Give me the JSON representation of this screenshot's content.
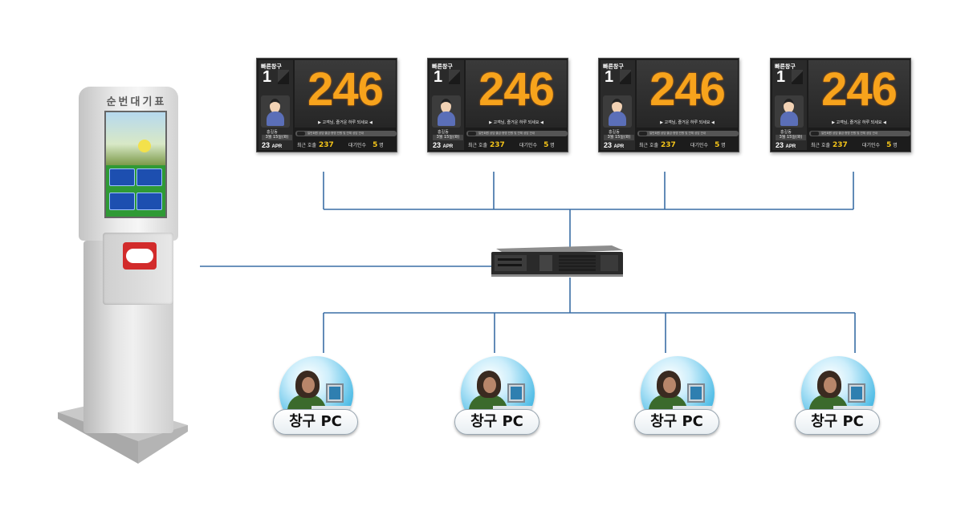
{
  "boards": [
    {
      "window_label": "빠른창구",
      "window_number": "1",
      "staff_name": "홍길동",
      "date_line": "3월 15일(화)",
      "day": "23",
      "month": "APR",
      "ticket_number": "246",
      "message": "▶ 고객님, 즐거운 하루 되세요 ◀",
      "ticker": "일반회원 상담·출금·증명 민원 및 연체 상담 안내",
      "recent_call_label": "최근 호출",
      "recent_call_value": "237",
      "waiting_label": "대기인수",
      "waiting_value": "5",
      "waiting_unit": "명"
    },
    {
      "window_label": "빠른창구",
      "window_number": "1",
      "staff_name": "홍길동",
      "date_line": "3월 15일(화)",
      "day": "23",
      "month": "APR",
      "ticket_number": "246",
      "message": "▶ 고객님, 즐거운 하루 되세요 ◀",
      "ticker": "일반회원 상담·출금·증명 민원 및 연체 상담 안내",
      "recent_call_label": "최근 호출",
      "recent_call_value": "237",
      "waiting_label": "대기인수",
      "waiting_value": "5",
      "waiting_unit": "명"
    },
    {
      "window_label": "빠른창구",
      "window_number": "1",
      "staff_name": "홍길동",
      "date_line": "3월 15일(화)",
      "day": "23",
      "month": "APR",
      "ticket_number": "246",
      "message": "▶ 고객님, 즐거운 하루 되세요 ◀",
      "ticker": "일반회원 상담·출금·증명 민원 및 연체 상담 안내",
      "recent_call_label": "최근 호출",
      "recent_call_value": "237",
      "waiting_label": "대기인수",
      "waiting_value": "5",
      "waiting_unit": "명"
    },
    {
      "window_label": "빠른창구",
      "window_number": "1",
      "staff_name": "홍길동",
      "date_line": "3월 15일(화)",
      "day": "23",
      "month": "APR",
      "ticket_number": "246",
      "message": "▶ 고객님, 즐거운 하루 되세요 ◀",
      "ticker": "일반회원 상담·출금·증명 민원 및 연체 상담 안내",
      "recent_call_label": "최근 호출",
      "recent_call_value": "237",
      "waiting_label": "대기인수",
      "waiting_value": "5",
      "waiting_unit": "명"
    }
  ],
  "kiosk": {
    "title": "순번대기표",
    "icon": "kiosk-icon"
  },
  "server": {
    "icon": "server-icon"
  },
  "pcs": [
    {
      "label": "창구 PC"
    },
    {
      "label": "창구 PC"
    },
    {
      "label": "창구 PC"
    },
    {
      "label": "창구 PC"
    }
  ],
  "colors": {
    "line": "#3a6ea5",
    "ticket": "#f7a31c",
    "highlight": "#f4c419",
    "bubble": "#52bde6"
  }
}
